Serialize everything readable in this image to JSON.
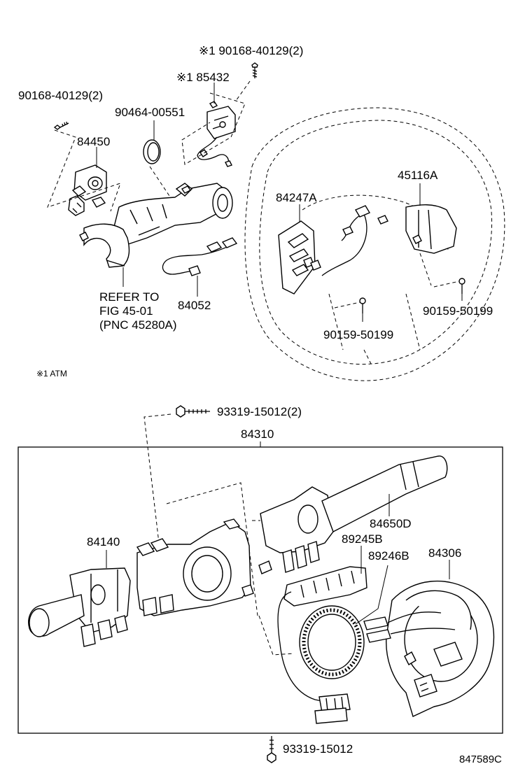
{
  "labels": {
    "p1": "※1 90168-40129(2)",
    "p2": "※1 85432",
    "p3": "90168-40129(2)",
    "p4": "90464-00551",
    "p5": "84450",
    "p6": "45116A",
    "p7": "84247A",
    "p8": "REFER TO",
    "p9": "FIG 45-01",
    "p10": "(PNC 45280A)",
    "p11": "84052",
    "p12": "90159-50199",
    "p13": "90159-50199",
    "p14": "※1 ATM",
    "p15": "93319-15012(2)",
    "p16": "84310",
    "p17": "84650D",
    "p18": "84140",
    "p19": "89245B",
    "p20": "89246B",
    "p21": "84306",
    "p22": "93319-15012",
    "p23": "847589C"
  }
}
